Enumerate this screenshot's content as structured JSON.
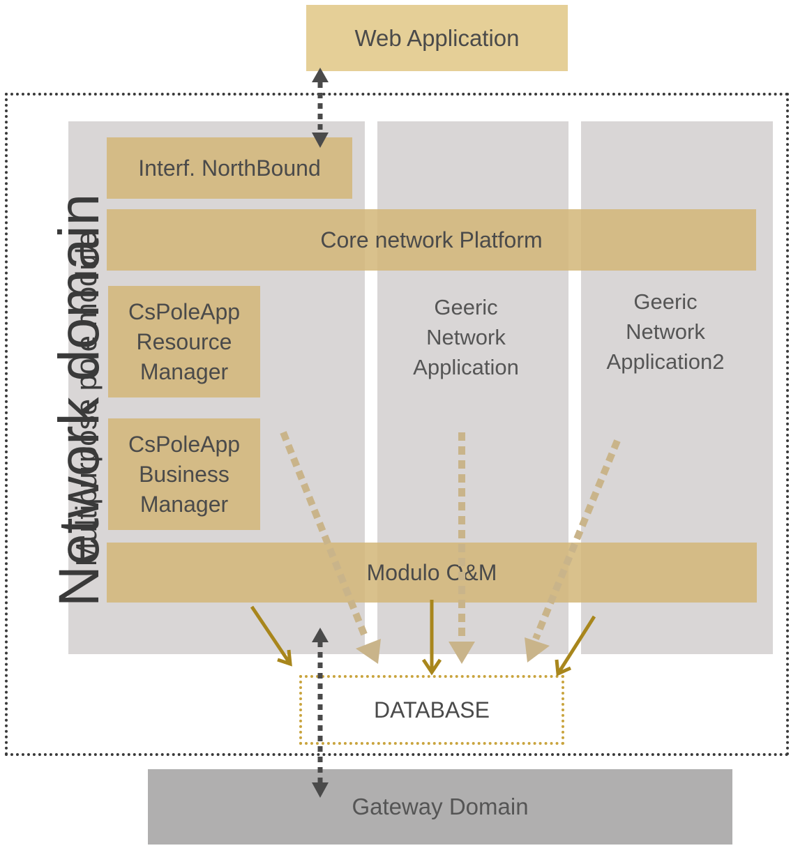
{
  "web_application": "Web Application",
  "network_domain": "Network domain",
  "multipurpose_pole_module": "Multipurpose pole module",
  "interf_northbound": "Interf. NorthBound",
  "core_network_platform": "Core network Platform",
  "resource_manager": "CsPoleApp\nResource\nManager",
  "business_manager": "CsPoleApp\nBusiness\nManager",
  "generic_app_1": "Geeric\nNetwork\nApplication",
  "generic_app_2": "Geeric\nNetwork\nApplication2",
  "modulo_om": "Modulo O&M",
  "database": "DATABASE",
  "gateway_domain": "Gateway Domain",
  "colors": {
    "tan": "#d2b678",
    "light_tan": "#e5cf97",
    "column_grey": "#d9d6d6",
    "gateway_grey": "#b0afaf",
    "arrow_dark": "#4a4a4a",
    "arrow_gold": "#a8861c",
    "arrow_light": "#c9b48a"
  }
}
